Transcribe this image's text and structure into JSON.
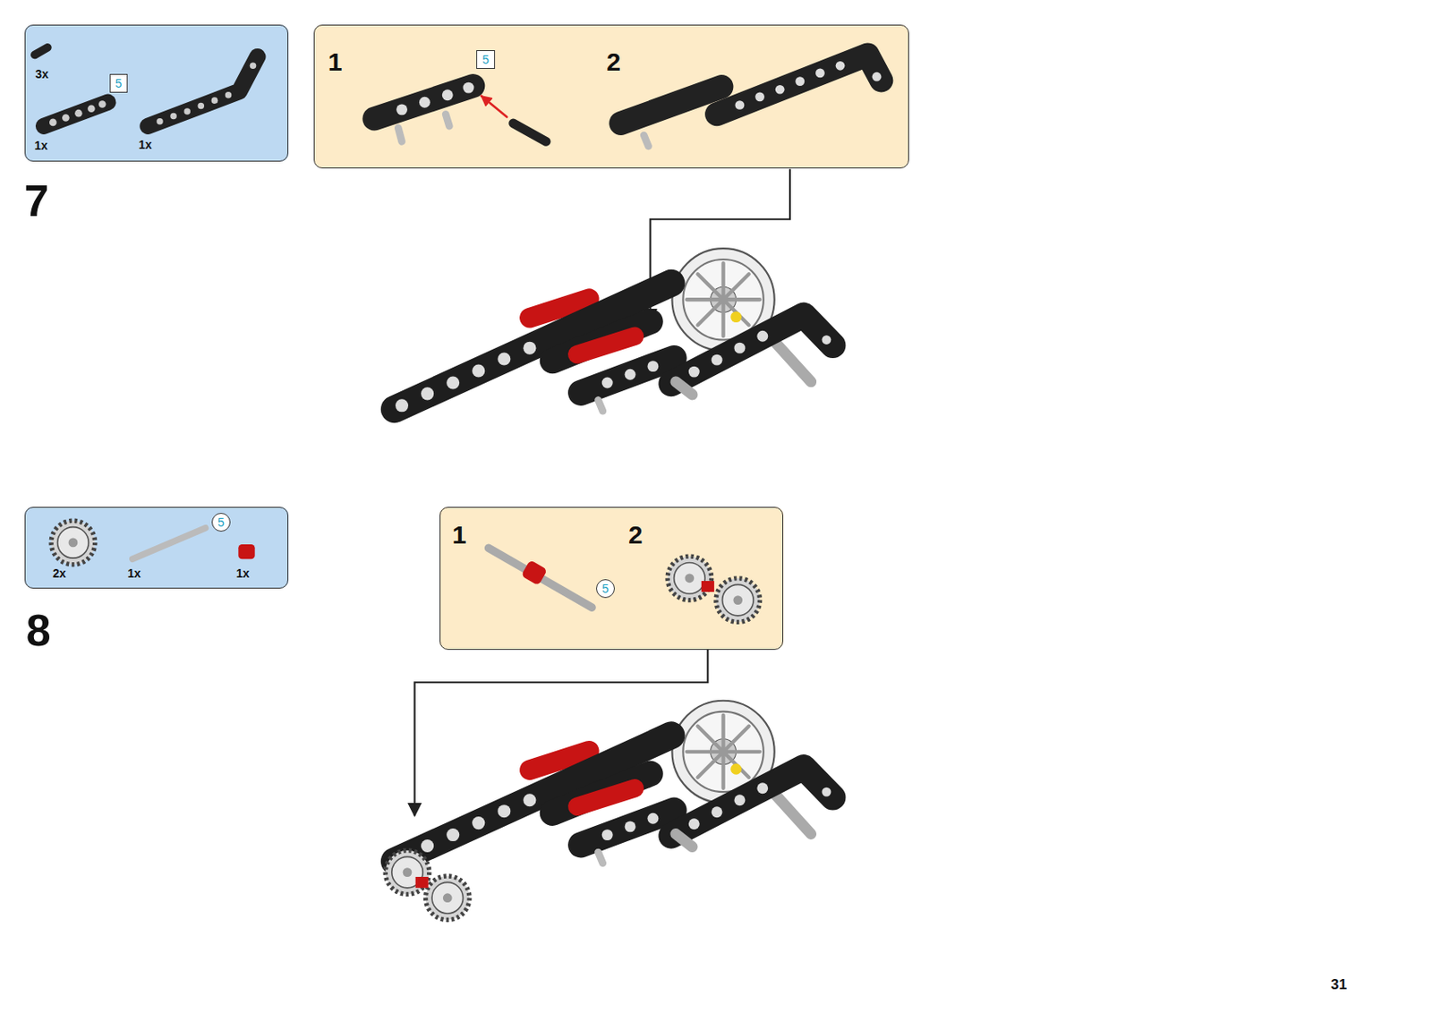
{
  "diagram": {
    "nodes": [
      {
        "text": [
          "3x",
          "5",
          "1x",
          "1x"
        ]
      },
      {
        "text": [
          "1",
          "5",
          "2"
        ]
      },
      {
        "text": [
          "2x",
          "5",
          "1x",
          "1x"
        ]
      },
      {
        "text": [
          "1",
          "2",
          "5"
        ]
      }
    ],
    "labels": [
      "7",
      "8",
      "31"
    ]
  }
}
